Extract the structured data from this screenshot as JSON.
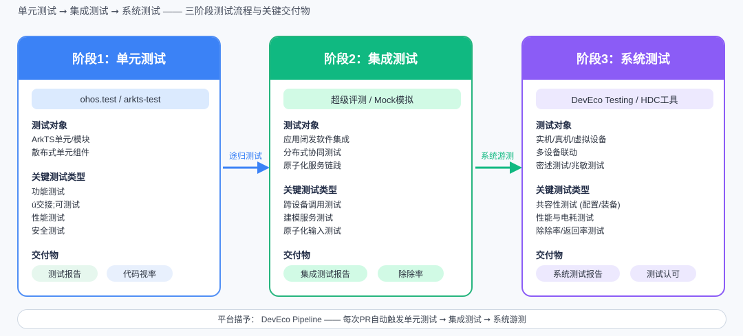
{
  "title": "单元测试 ➞ 集成测试 ➞ 系统测试 —— 三阶段测试流程与关键交付物",
  "stages": [
    {
      "header": "阶段1：单元测试",
      "tool": "ohos.test / arkts-test",
      "test_objects_label": "测试对象",
      "test_objects": [
        "ArkTS单元/模块",
        "散布式单元组件"
      ],
      "key_types_label": "关键测试类型",
      "key_types": [
        "功能测试",
        "ú交接;可测试",
        "性能测试",
        "安全测试"
      ],
      "deliverables_label": "交付物",
      "deliverables": [
        "测试报告",
        "代码视率"
      ]
    },
    {
      "header": "阶段2：集成测试",
      "tool": "超级评测 / Mock模拟",
      "test_objects_label": "测试对象",
      "test_objects": [
        "应用闭发软件集成",
        "分布式协同测试",
        "原子化服务链践"
      ],
      "key_types_label": "关键测试类型",
      "key_types": [
        "跨设备调用测试",
        "建模服务测试",
        "原子化输入测试"
      ],
      "deliverables_label": "交付物",
      "deliverables": [
        "集成测试报告",
        "除除率"
      ]
    },
    {
      "header": "阶段3：系统测试",
      "tool": "DevEco Testing / HDC工具",
      "test_objects_label": "测试对象",
      "test_objects": [
        "实机/真机/虚拟设备",
        "多设备联动",
        "密述测试/兆敏测试"
      ],
      "key_types_label": "关键测试类型",
      "key_types": [
        "共容性测试 (配置/装备)",
        "性能与电耗测试",
        "除除率/返回率测试"
      ],
      "deliverables_label": "交付物",
      "deliverables": [
        "系统测试报告",
        "测试认可"
      ]
    }
  ],
  "arrows": [
    "途归测试",
    "系统游测"
  ],
  "colors": {
    "stage1": "#3b82f6",
    "stage2": "#10b981",
    "stage3": "#8b5cf6"
  },
  "footer": "平台描予：  DevEco Pipeline —— 每次PR自动触发单元测试 ➞ 集成测试 ➞ 系统游测"
}
